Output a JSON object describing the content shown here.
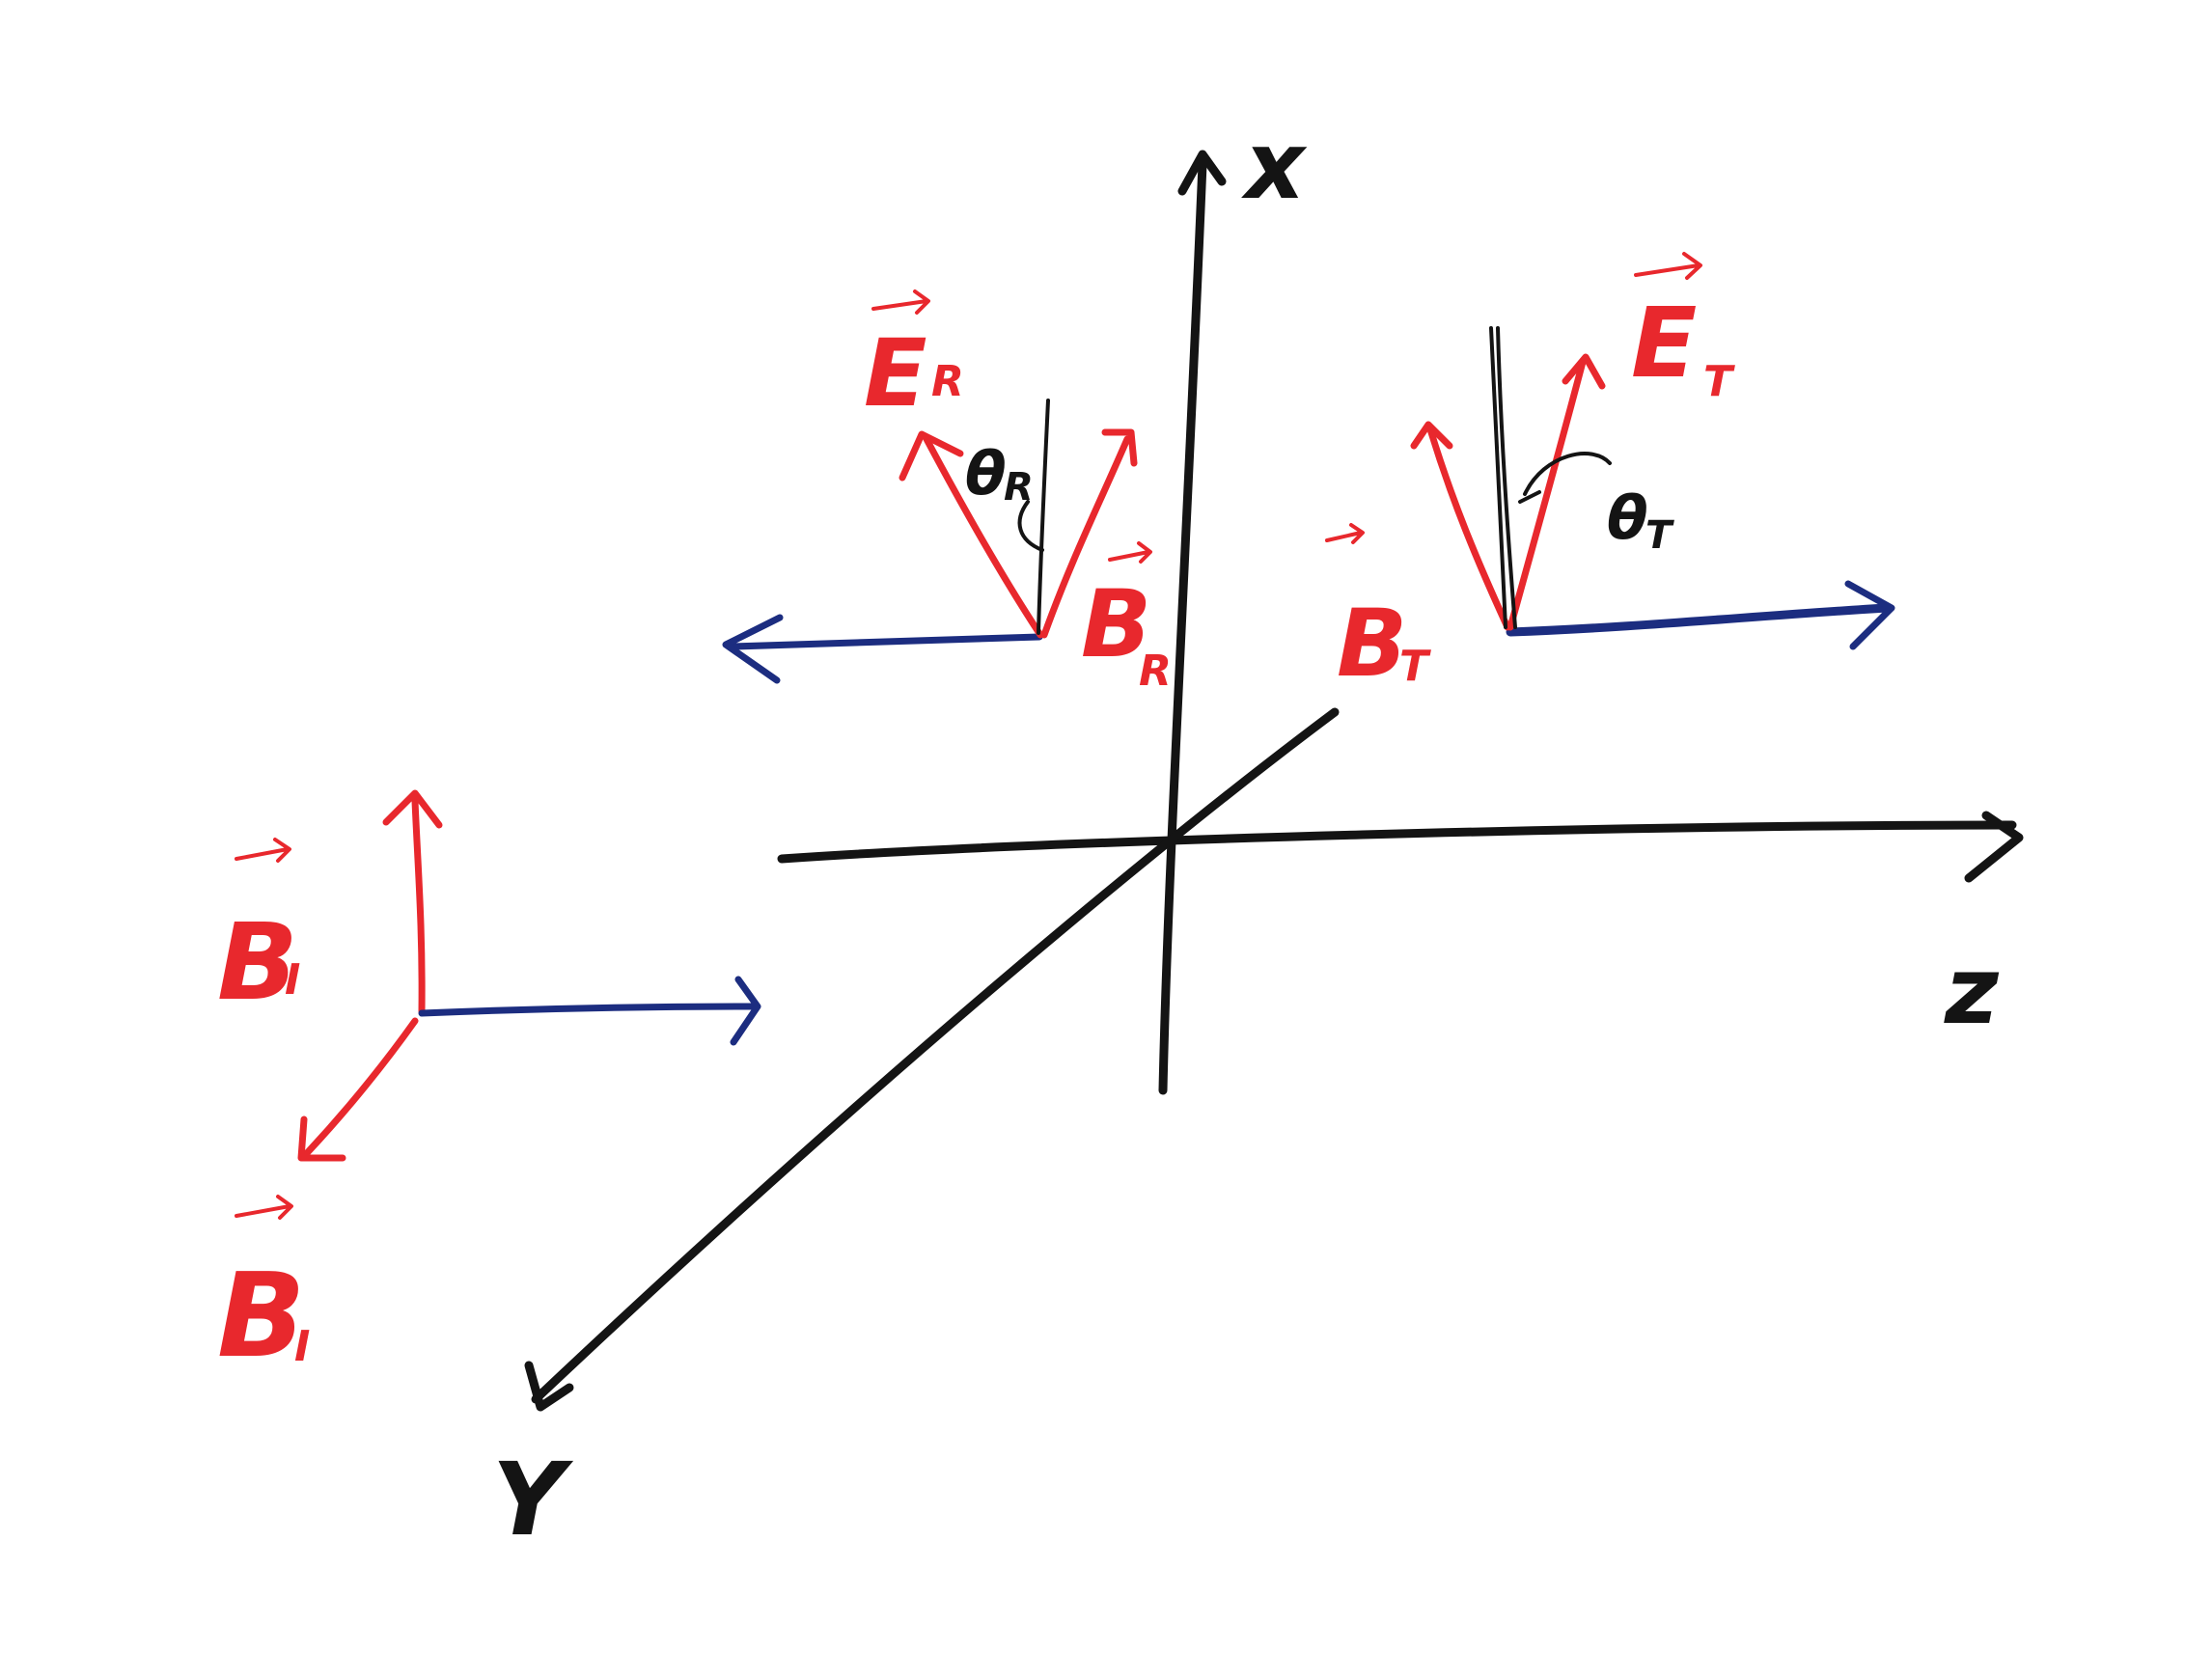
{
  "axes": {
    "x_label": "x",
    "y_label": "Y",
    "z_label": "z"
  },
  "labels": {
    "e_reflected": "E",
    "e_reflected_sub": "R",
    "b_reflected": "B",
    "b_reflected_sub": "R",
    "theta_reflected": "θ",
    "theta_reflected_sub": "R",
    "b_transmitted": "B",
    "b_transmitted_sub": "T",
    "e_transmitted": "E",
    "e_transmitted_sub": "T",
    "theta_transmitted": "θ",
    "theta_transmitted_sub": "T",
    "b_incident_upper": "B",
    "b_incident_upper_sub": "I",
    "b_incident_lower": "B",
    "b_incident_lower_sub": "I"
  },
  "colors": {
    "axes": "#141414",
    "field_vectors": "#e8282d",
    "propagation": "#1c2d80"
  }
}
